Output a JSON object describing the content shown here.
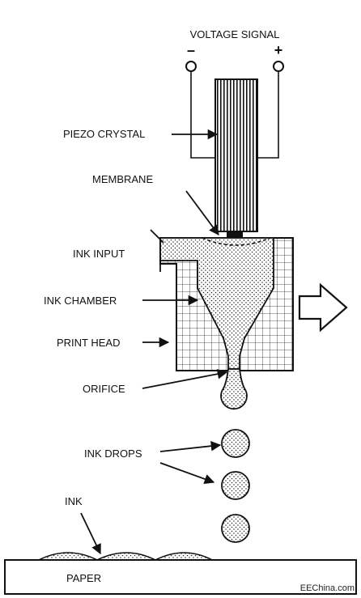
{
  "title": "VOLTAGE SIGNAL",
  "terminals": {
    "minus": "–",
    "plus": "+"
  },
  "labels": {
    "piezo_crystal": "PIEZO CRYSTAL",
    "membrane": "MEMBRANE",
    "ink_input": "INK INPUT",
    "ink_chamber": "INK CHAMBER",
    "print_head": "PRINT HEAD",
    "orifice": "ORIFICE",
    "ink_drops": "INK DROPS",
    "ink": "INK",
    "paper": "PAPER"
  },
  "watermark": "EEChina.com"
}
